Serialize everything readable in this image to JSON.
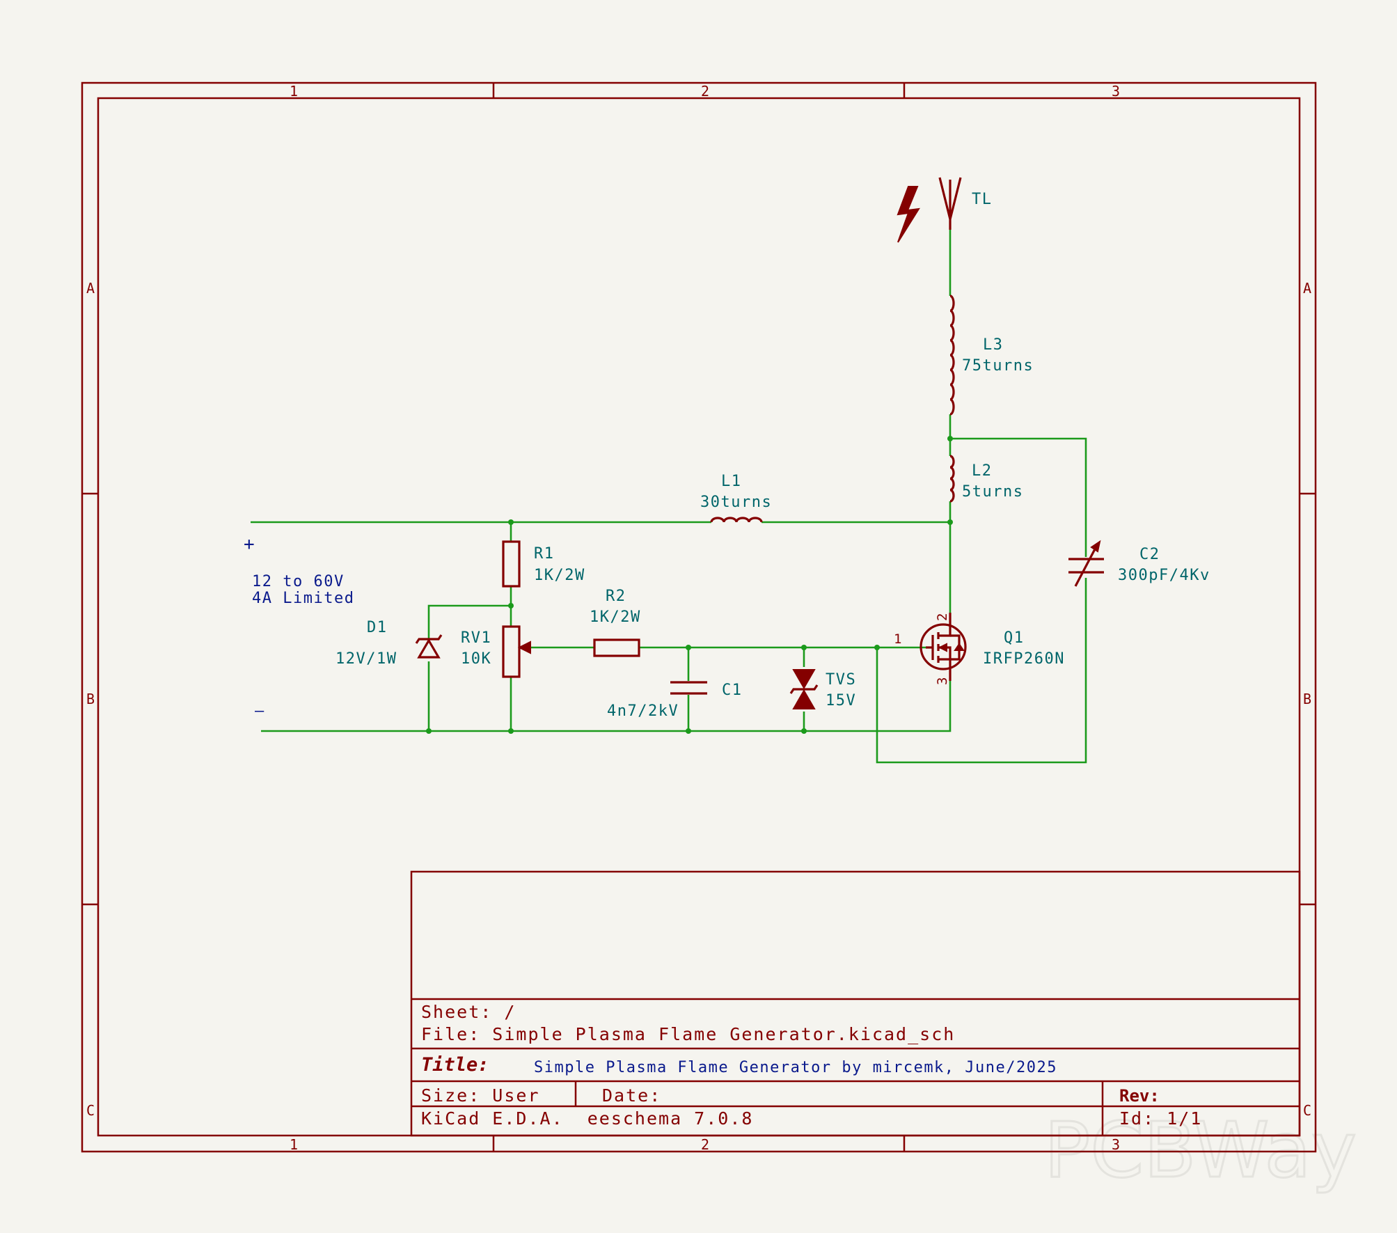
{
  "border": {
    "columns": [
      "1",
      "2",
      "3"
    ],
    "rows": [
      "A",
      "B",
      "C"
    ]
  },
  "power": {
    "plus": "+",
    "minus": "—",
    "note_line1": "12 to 60V",
    "note_line2": "4A Limited"
  },
  "components": {
    "TL": {
      "ref": "TL"
    },
    "L3": {
      "ref": "L3",
      "value": "75turns"
    },
    "L2": {
      "ref": "L2",
      "value": "5turns"
    },
    "L1": {
      "ref": "L1",
      "value": "30turns"
    },
    "R1": {
      "ref": "R1",
      "value": "1K/2W"
    },
    "R2": {
      "ref": "R2",
      "value": "1K/2W"
    },
    "RV1": {
      "ref": "RV1",
      "value": "10K"
    },
    "D1": {
      "ref": "D1",
      "value": "12V/1W"
    },
    "C1": {
      "ref": "C1",
      "value": "4n7/2kV"
    },
    "TVS": {
      "ref": "TVS",
      "value": "15V"
    },
    "Q1": {
      "ref": "Q1",
      "value": "IRFP260N",
      "pin_gate": "1",
      "pin_drain": "2",
      "pin_source": "3"
    },
    "C2": {
      "ref": "C2",
      "value": "300pF/4Kv"
    }
  },
  "title_block": {
    "sheet": "Sheet: /",
    "file": "File: Simple Plasma Flame Generator.kicad_sch",
    "title_label": "Title:",
    "title": "Simple Plasma Flame Generator by mircemk, June/2025",
    "size": "Size: User",
    "date": "Date:",
    "rev": "Rev:",
    "tool": "KiCad E.D.A.  eeschema 7.0.8",
    "id": "Id: 1/1"
  },
  "watermark": "PCBWay",
  "colors": {
    "background": "#f5f4ef",
    "frame": "#840000",
    "wire": "#1b9a1b",
    "reference": "#00656a",
    "note": "#0a1a8c"
  }
}
